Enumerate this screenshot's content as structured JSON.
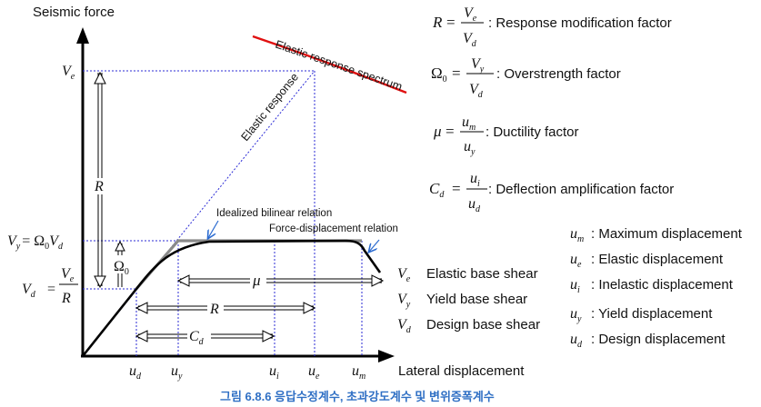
{
  "axes": {
    "y_title": "Seismic force",
    "x_title": "Lateral displacement"
  },
  "curves": {
    "spectrum_label": "Elastic response spectrum",
    "elastic_label": "Elastic response",
    "bilinear_label": "Idealized bilinear relation",
    "fd_label": "Force-displacement relation"
  },
  "force_levels": {
    "ve": "V",
    "ve_sub": "e",
    "vy_lhs": "V",
    "vy_lhs_sub": "y",
    "vy_eq": "= Ω",
    "vy_eq_sub": "0",
    "vy_rhs": "V",
    "vy_rhs_sub": "d",
    "vd_lhs": "V",
    "vd_lhs_sub": "d",
    "vd_eq": "=",
    "vd_num": "V",
    "vd_num_sub": "e",
    "vd_den": "R"
  },
  "dimensions": {
    "R_vertical": "R",
    "omega0": "Ω",
    "omega0_sub": "0",
    "mu": "μ",
    "R_horizontal": "R",
    "Cd": "C",
    "Cd_sub": "d"
  },
  "x_ticks": [
    {
      "main": "u",
      "sub": "d"
    },
    {
      "main": "u",
      "sub": "y"
    },
    {
      "main": "u",
      "sub": "i"
    },
    {
      "main": "u",
      "sub": "e"
    },
    {
      "main": "u",
      "sub": "m"
    }
  ],
  "formulas": [
    {
      "lhs": "R",
      "num": "V",
      "num_sub": "e",
      "den": "V",
      "den_sub": "d",
      "desc": ": Response modification factor"
    },
    {
      "lhs": "Ω",
      "lhs_sub": "0",
      "num": "V",
      "num_sub": "y",
      "den": "V",
      "den_sub": "d",
      "desc": ": Overstrength factor"
    },
    {
      "lhs": "μ",
      "num": "u",
      "num_sub": "m",
      "den": "u",
      "den_sub": "y",
      "desc": ": Ductility factor"
    },
    {
      "lhs": "C",
      "lhs_sub": "d",
      "num": "u",
      "num_sub": "i",
      "den": "u",
      "den_sub": "d",
      "desc": ": Deflection amplification factor"
    }
  ],
  "shear_legend": [
    {
      "sym": "V",
      "sub": "e",
      "text": "Elastic base shear"
    },
    {
      "sym": "V",
      "sub": "y",
      "text": "Yield base shear"
    },
    {
      "sym": "V",
      "sub": "d",
      "text": "Design base shear"
    }
  ],
  "disp_legend": [
    {
      "sym": "u",
      "sub": "m",
      "text": ": Maximum displacement"
    },
    {
      "sym": "u",
      "sub": "e",
      "text": ": Elastic displacement"
    },
    {
      "sym": "u",
      "sub": "i",
      "text": ": Inelastic displacement"
    },
    {
      "sym": "u",
      "sub": "y",
      "text": ": Yield displacement"
    },
    {
      "sym": "u",
      "sub": "d",
      "text": ": Design displacement"
    }
  ],
  "caption": "그림 6.8.6  응답수정계수, 초과강도계수 및 변위증폭계수",
  "colors": {
    "guide": "#2b2bd6",
    "spectrum": "#e01010",
    "bilinear": "#8a8a8a",
    "caption": "#2f6fc4",
    "text": "#111111"
  }
}
